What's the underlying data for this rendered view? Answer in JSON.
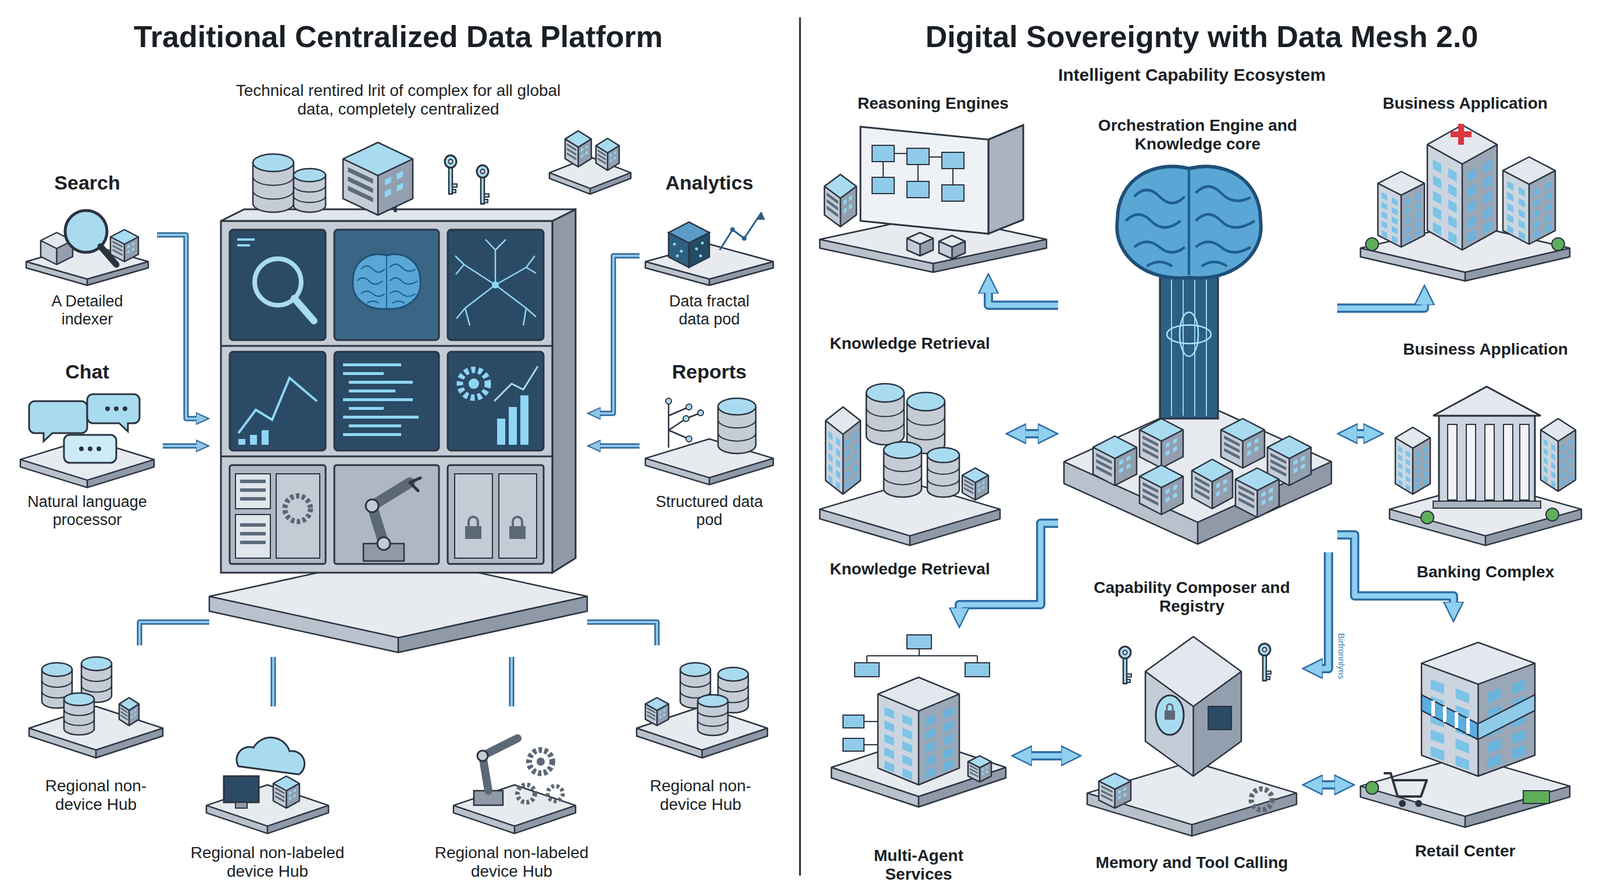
{
  "diagram": {
    "nodes": [
      {
        "text": [
          "Traditional Centralized Data Platform"
        ]
      },
      {
        "text": [
          "Search",
          "A Detailed indexer"
        ],
        "in": 0
      },
      {
        "text": [
          "Technical rentired lrit of complex for all global data, completely centralized"
        ],
        "in": 0
      },
      {
        "text": [
          "Analytics",
          "Data fractal data pod"
        ],
        "in": 0
      },
      {
        "text": [
          "Chat",
          "Natural language processor"
        ],
        "in": 0
      },
      {
        "text": [
          "Reports",
          "Structured data pod"
        ],
        "in": 0
      },
      {
        "text": [
          "Regional non-device Hub"
        ],
        "in": 0
      },
      {
        "text": [
          "Regional non-labeled device Hub"
        ],
        "in": 0
      },
      {
        "text": [
          "Regional non-labeled device Hub"
        ],
        "in": 0
      },
      {
        "text": [
          "Regional non-device Hub"
        ],
        "in": 0
      },
      {
        "text": [
          "Digital Sovereignty with Data Mesh 2.0"
        ]
      },
      {
        "text": [
          "Reasoning Engines"
        ],
        "in": 10
      },
      {
        "text": [
          "Orchestration Engine and Knowledge core"
        ],
        "in": 10
      },
      {
        "text": [
          "Business Application"
        ],
        "in": 10
      },
      {
        "text": [
          "Knowledge Retrieval",
          "Knowledge Retrieval"
        ],
        "in": 10
      },
      {
        "text": [
          "Business Application",
          "Banking Complex"
        ],
        "in": 10
      },
      {
        "text": [
          "Multi-Agent Services"
        ],
        "in": 10
      },
      {
        "text": [
          "Capability Composer and Registry",
          "Memory and Tool Calling"
        ],
        "in": 10
      },
      {
        "text": [
          "Retail Center"
        ],
        "in": 10
      }
    ],
    "edges": [
      {
        "from": 1,
        "to": 2,
        "arrow": "to"
      },
      {
        "from": 4,
        "to": 2,
        "arrow": "to"
      },
      {
        "from": 3,
        "to": 2,
        "arrow": "to"
      },
      {
        "from": 5,
        "to": 2,
        "arrow": "to"
      },
      {
        "from": 6,
        "to": 2,
        "arrow": "none"
      },
      {
        "from": 7,
        "to": 2,
        "arrow": "none"
      },
      {
        "from": 8,
        "to": 2,
        "arrow": "none"
      },
      {
        "from": 9,
        "to": 2,
        "arrow": "none"
      },
      {
        "from": 12,
        "to": 11,
        "arrow": "to"
      },
      {
        "from": 12,
        "to": 13,
        "arrow": "to"
      },
      {
        "from": 12,
        "to": 14,
        "arrow": "both"
      },
      {
        "from": 12,
        "to": 15,
        "arrow": "both"
      },
      {
        "from": 12,
        "to": 16,
        "arrow": "to"
      },
      {
        "from": 12,
        "to": 17,
        "arrow": "to"
      },
      {
        "from": 12,
        "to": 18,
        "arrow": "to"
      },
      {
        "from": 16,
        "to": 17,
        "arrow": "both"
      },
      {
        "from": 17,
        "to": 18,
        "arrow": "both"
      }
    ],
    "labels": [
      "Intelligent Capability Ecosystem",
      "Birfronnlyns"
    ]
  }
}
